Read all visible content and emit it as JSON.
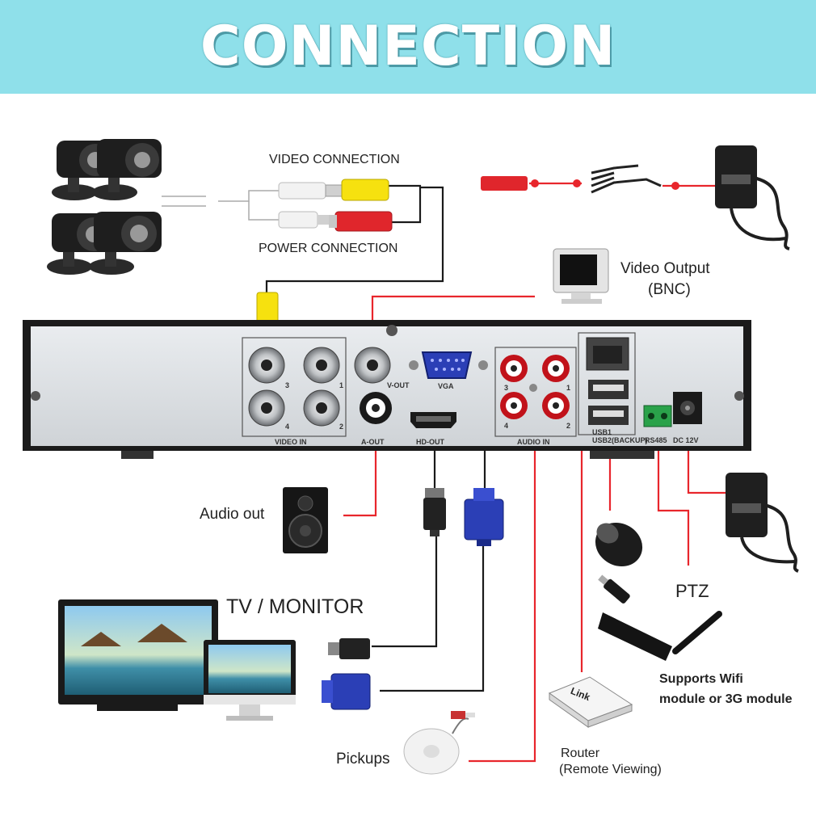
{
  "banner": {
    "title": "CONNECTION"
  },
  "labels": {
    "video_connection": "VIDEO CONNECTION",
    "power_connection": "POWER CONNECTION",
    "video_output_line1": "Video Output",
    "video_output_line2": "(BNC)",
    "audio_out": "Audio out",
    "tv_monitor": "TV / MONITOR",
    "ptz": "PTZ",
    "wifi_line1": "Supports Wifi",
    "wifi_line2": "module or 3G module",
    "pickups": "Pickups",
    "router_line1": "Router",
    "router_line2": "(Remote Viewing)",
    "router_brand": "Link"
  },
  "panel": {
    "video_in": "VIDEO IN",
    "v_out": "V-OUT",
    "a_out": "A-OUT",
    "vga": "VGA",
    "hd_out": "HD-OUT",
    "audio_in": "AUDIO IN",
    "usb1": "USB1",
    "usb2": "USB2(BACKUP)",
    "rs485": "RS485",
    "dc12v": "DC 12V",
    "bnc_nums": [
      "3",
      "1",
      "4",
      "2"
    ],
    "audio_nums": [
      "3",
      "1",
      "4",
      "2"
    ]
  },
  "colors": {
    "banner": "#8fe0ea",
    "wire_red": "#e8262c",
    "wire_black": "#1a1a1a",
    "dvr_panel": "#dfe2e5"
  }
}
